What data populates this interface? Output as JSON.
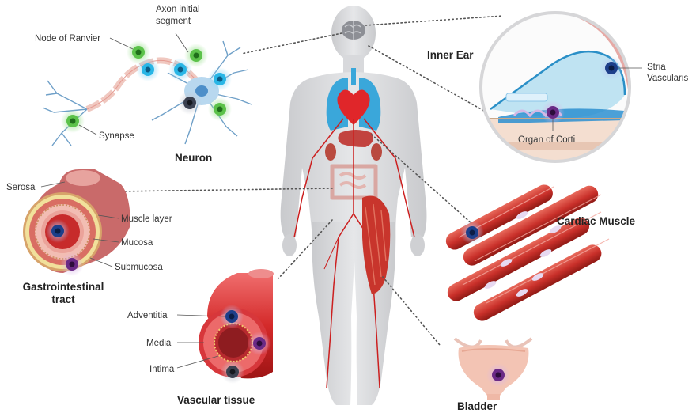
{
  "labels": {
    "node_of_ranvier": "Node of Ranvier",
    "axon_initial_1": "Axon initial",
    "axon_initial_2": "segment",
    "synapse": "Synapse",
    "neuron": "Neuron",
    "inner_ear": "Inner Ear",
    "stria_1": "Stria",
    "stria_2": "Vascularis",
    "organ_of_corti": "Organ of Corti",
    "serosa": "Serosa",
    "muscle_layer": "Muscle layer",
    "mucosa": "Mucosa",
    "submucosa": "Submucosa",
    "gi_1": "Gastrointestinal",
    "gi_2": "tract",
    "cardiac_muscle": "Cardiac Muscle",
    "adventitia": "Adventitia",
    "media": "Media",
    "intima": "Intima",
    "vascular_tissue": "Vascular tissue",
    "bladder": "Bladder"
  },
  "colors": {
    "cell_green": "#5cc24a",
    "cell_cyan": "#29b6e6",
    "cell_navy": "#1d3f8a",
    "cell_purple": "#6a2a86",
    "cell_dark": "#3b4150",
    "body": "#dcdde0",
    "vessel_red": "#cc1f1f",
    "muscle_red": "#c83a32"
  }
}
